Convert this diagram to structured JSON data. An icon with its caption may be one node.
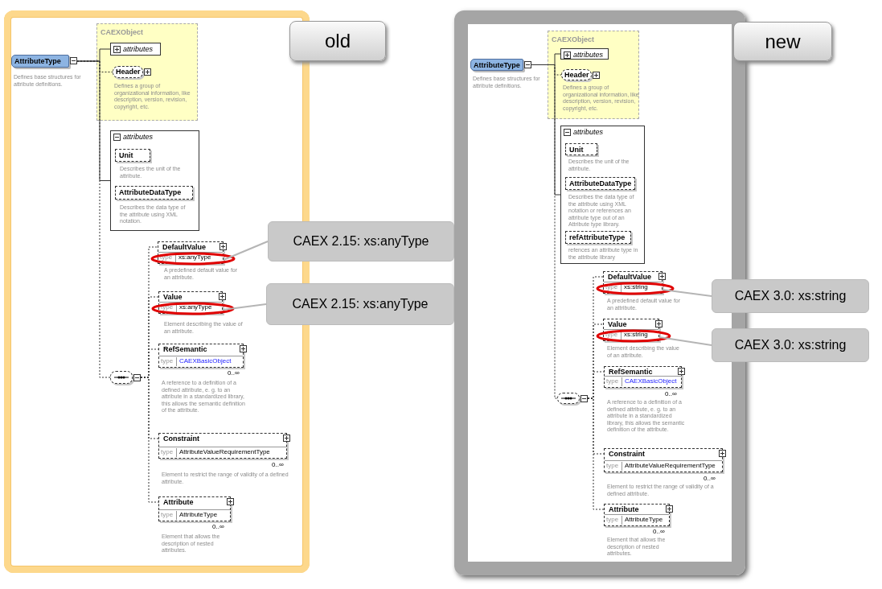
{
  "diagram": {
    "nodes": [
      {
        "text": [],
        "shape": "box"
      },
      {
        "text": [
          "old"
        ]
      },
      {
        "text": [
          "AttributeType",
          "Defines base structures for attribute definitions."
        ],
        "in": 0
      },
      {
        "text": [
          "CAEXObject"
        ],
        "in": 0
      },
      {
        "text": [
          "attributes"
        ],
        "in": 3
      },
      {
        "text": [
          "Header",
          "Defines a group of organizational information, like description, version, revision, copyright, etc."
        ],
        "in": 3
      },
      {
        "text": [
          "attributes"
        ],
        "in": 0
      },
      {
        "text": [
          "Unit",
          "Describes the unit of the attribute."
        ],
        "in": 6
      },
      {
        "text": [
          "AttributeDataType",
          "Describes the data type of the attribute using XML notation."
        ],
        "in": 6
      },
      {
        "text": [],
        "shape": "box",
        "in": 0
      },
      {
        "text": [
          "DefaultValue",
          "type",
          "xs:anyType",
          "A predefined default value for an attribute."
        ],
        "in": 0
      },
      {
        "text": [
          "Value",
          "type",
          "xs:anyType",
          "Element describing the value of an attribute."
        ],
        "in": 0
      },
      {
        "text": [
          "RefSemantic",
          "type",
          "CAEXBasicObject",
          "A reference to a definition of a defined attribute, e. g. to an attribute in a standardized library, this allows the semantic definition of the attribute."
        ],
        "beside": [
          "0..∞"
        ],
        "in": 0
      },
      {
        "text": [
          "Constraint",
          "type",
          "AttributeValueRequirementType",
          "Element to restrict the range of validity of a defined attribute."
        ],
        "beside": [
          "0..∞"
        ],
        "in": 0
      },
      {
        "text": [
          "Attribute",
          "type",
          "AttributeType",
          "Element that allows the description of nested attributes."
        ],
        "beside": [
          "0..∞"
        ],
        "in": 0
      },
      {
        "text": [
          "CAEX 2.15: xs:anyType"
        ]
      },
      {
        "text": [
          "CAEX 2.15: xs:anyType"
        ]
      },
      {
        "text": [],
        "shape": "box"
      },
      {
        "text": [
          "new"
        ]
      },
      {
        "text": [
          "AttributeType",
          "Defines base structures for attribute definitions."
        ],
        "in": 17
      },
      {
        "text": [
          "CAEXObject"
        ],
        "in": 17
      },
      {
        "text": [
          "attributes"
        ],
        "in": 20
      },
      {
        "text": [
          "Header",
          "Defines a group of organizational information, like description, version, revision, copyright, etc."
        ],
        "in": 20
      },
      {
        "text": [
          "attributes"
        ],
        "in": 17
      },
      {
        "text": [
          "Unit",
          "Describes the unit of the attribute."
        ],
        "in": 23
      },
      {
        "text": [
          "AttributeDataType",
          "Describes the data type of the attribute using XML notation or references an attribute type out of an Attribute type library."
        ],
        "in": 23
      },
      {
        "text": [
          "refAttributeType",
          "refences an attribute type in the attribute library"
        ],
        "in": 23
      },
      {
        "text": [],
        "shape": "box",
        "in": 17
      },
      {
        "text": [
          "DefaultValue",
          "type",
          "xs:string",
          "A predefined default value for an attribute."
        ],
        "in": 17
      },
      {
        "text": [
          "Value",
          "type",
          "xs:string",
          "Element describing the value of an attribute."
        ],
        "in": 17
      },
      {
        "text": [
          "RefSemantic",
          "type",
          "CAEXBasicObject",
          "A reference to a definition of a defined attribute, e. g. to an attribute in a standardized library, this allows the semantic definition of the attribute."
        ],
        "beside": [
          "0..∞"
        ],
        "in": 17
      },
      {
        "text": [
          "Constraint",
          "type",
          "AttributeValueRequirementType",
          "Element to restrict the range of validity of a defined attribute."
        ],
        "beside": [
          "0..∞"
        ],
        "in": 17
      },
      {
        "text": [
          "Attribute",
          "type",
          "AttributeType",
          "Element that allows the description of nested attributes."
        ],
        "beside": [
          "0..∞"
        ],
        "in": 17
      },
      {
        "text": [
          "CAEX 3.0: xs:string"
        ]
      },
      {
        "text": [
          "CAEX 3.0: xs:string"
        ]
      }
    ],
    "edges": [
      {
        "from": 2,
        "to": 4,
        "arrow": "none"
      },
      {
        "from": 2,
        "to": 5,
        "arrow": "none",
        "style": "dashed"
      },
      {
        "from": 2,
        "to": 6,
        "arrow": "none"
      },
      {
        "from": 2,
        "to": 9,
        "arrow": "none",
        "style": "dashed"
      },
      {
        "from": 9,
        "to": 10,
        "arrow": "none",
        "style": "dashed"
      },
      {
        "from": 9,
        "to": 11,
        "arrow": "none",
        "style": "dashed"
      },
      {
        "from": 9,
        "to": 12,
        "arrow": "none",
        "style": "dashed"
      },
      {
        "from": 9,
        "to": 13,
        "arrow": "none",
        "style": "dashed"
      },
      {
        "from": 9,
        "to": 14,
        "arrow": "none",
        "style": "dashed"
      },
      {
        "from": 15,
        "to": 10,
        "arrow": "none",
        "color": "#b5b5b5"
      },
      {
        "from": 16,
        "to": 11,
        "arrow": "none",
        "color": "#b5b5b5"
      },
      {
        "from": 19,
        "to": 21,
        "arrow": "none"
      },
      {
        "from": 19,
        "to": 22,
        "arrow": "none",
        "style": "dashed"
      },
      {
        "from": 19,
        "to": 23,
        "arrow": "none"
      },
      {
        "from": 19,
        "to": 27,
        "arrow": "none",
        "style": "dashed"
      },
      {
        "from": 27,
        "to": 28,
        "arrow": "none",
        "style": "dashed"
      },
      {
        "from": 27,
        "to": 29,
        "arrow": "none",
        "style": "dashed"
      },
      {
        "from": 27,
        "to": 30,
        "arrow": "none",
        "style": "dashed"
      },
      {
        "from": 27,
        "to": 31,
        "arrow": "none",
        "style": "dashed"
      },
      {
        "from": 27,
        "to": 32,
        "arrow": "none",
        "style": "dashed"
      },
      {
        "from": 33,
        "to": 28,
        "arrow": "none",
        "color": "#b5b5b5"
      },
      {
        "from": 34,
        "to": 29,
        "arrow": "none",
        "color": "#b5b5b5"
      }
    ]
  }
}
